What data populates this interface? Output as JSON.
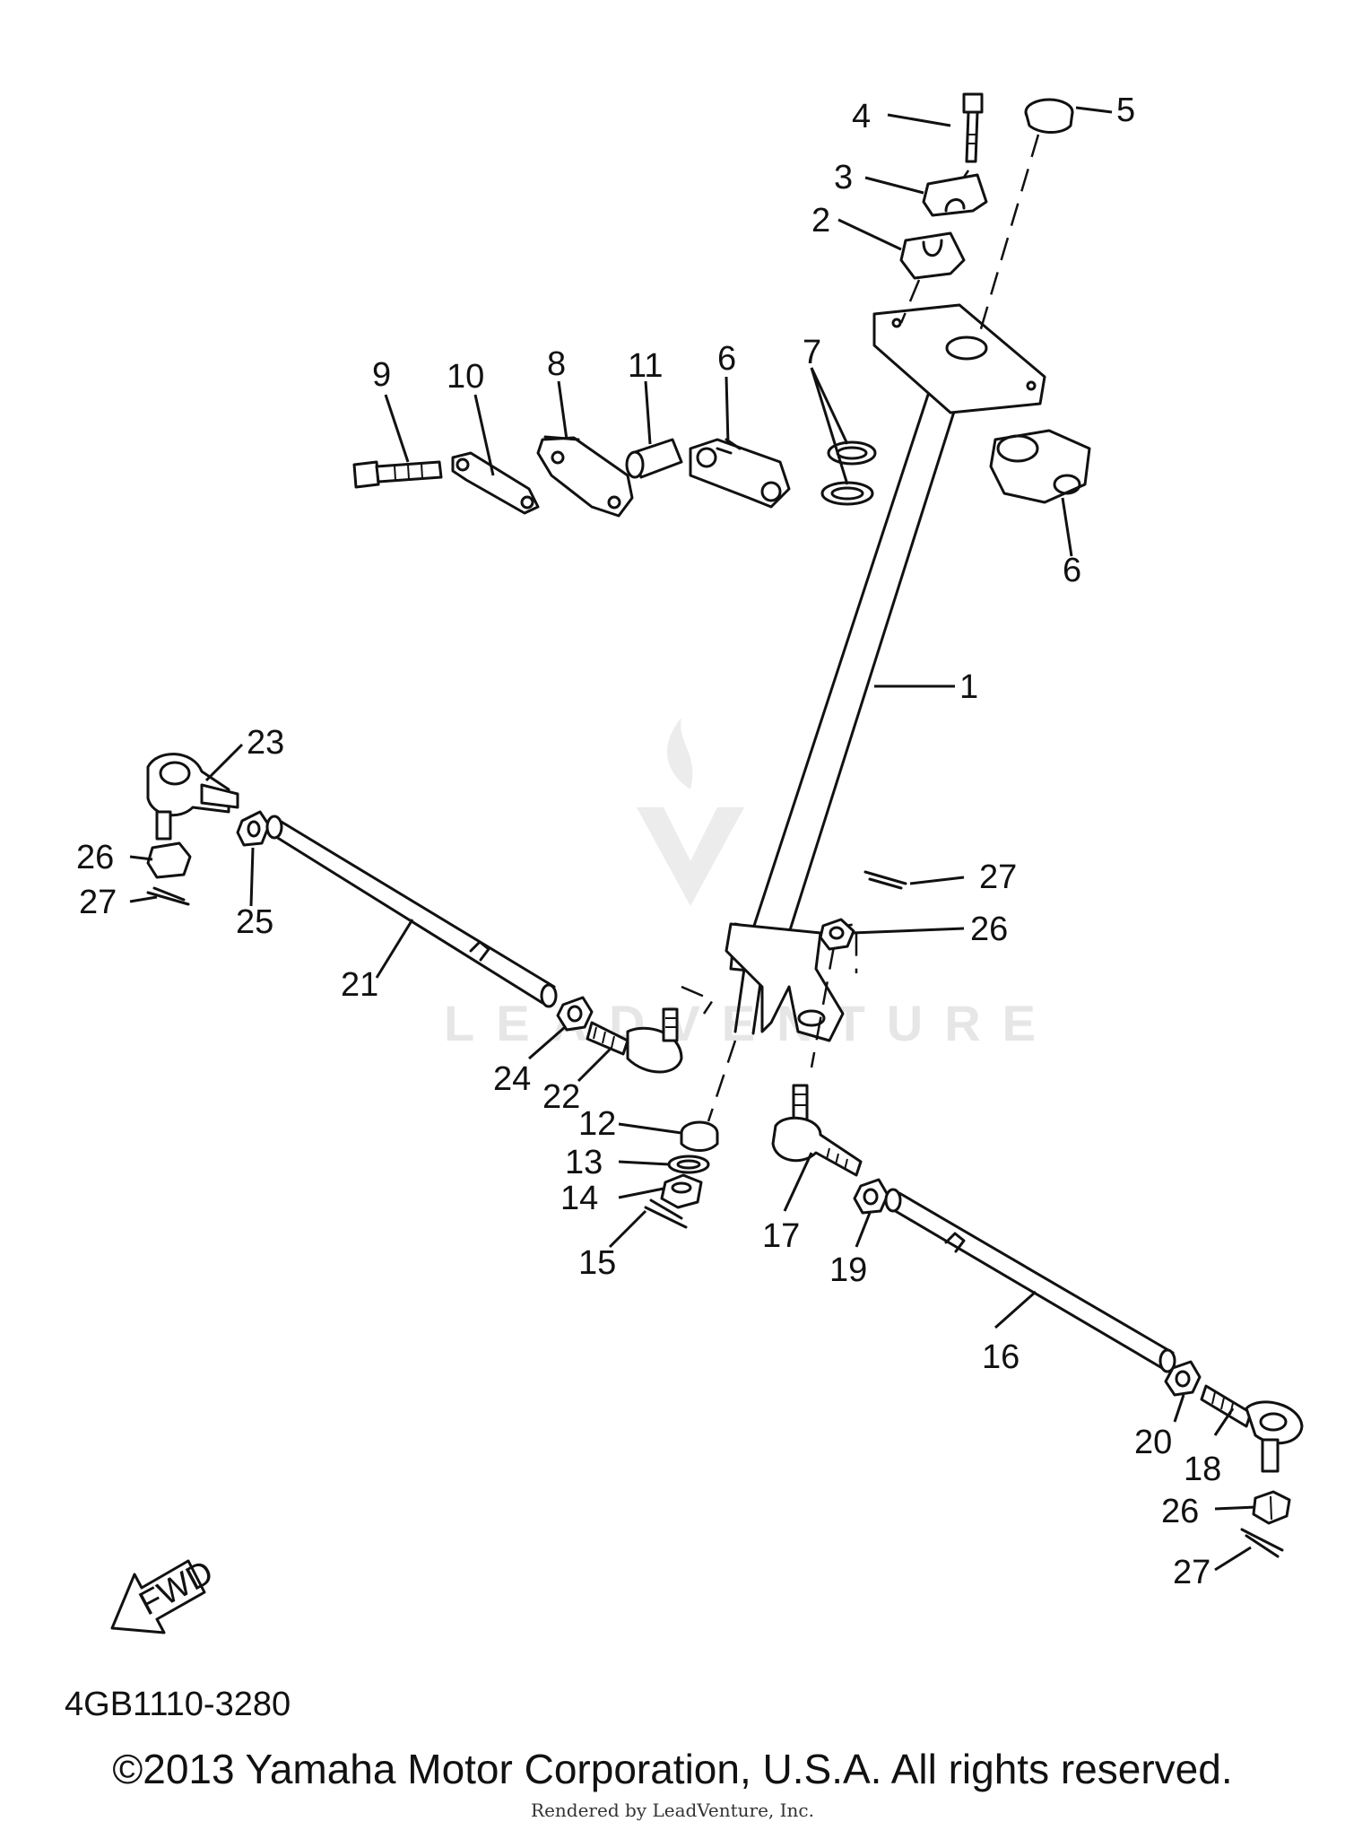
{
  "diagram": {
    "code": "4GB1110-3280",
    "fwd_label": "FWD",
    "watermark": "LEADVENTURE",
    "callouts": {
      "c1": "1",
      "c2": "2",
      "c3": "3",
      "c4": "4",
      "c5": "5",
      "c6a": "6",
      "c6b": "6",
      "c7": "7",
      "c8": "8",
      "c9": "9",
      "c10": "10",
      "c11": "11",
      "c12": "12",
      "c13": "13",
      "c14": "14",
      "c15": "15",
      "c16": "16",
      "c17": "17",
      "c18": "18",
      "c19": "19",
      "c20": "20",
      "c21": "21",
      "c22": "22",
      "c23": "23",
      "c24": "24",
      "c25": "25",
      "c26a": "26",
      "c26b": "26",
      "c26c": "26",
      "c27a": "27",
      "c27b": "27",
      "c27c": "27"
    }
  },
  "footer": {
    "copyright": "©2013 Yamaha Motor Corporation, U.S.A. All rights reserved.",
    "rendered_by": "Rendered by LeadVenture, Inc."
  }
}
